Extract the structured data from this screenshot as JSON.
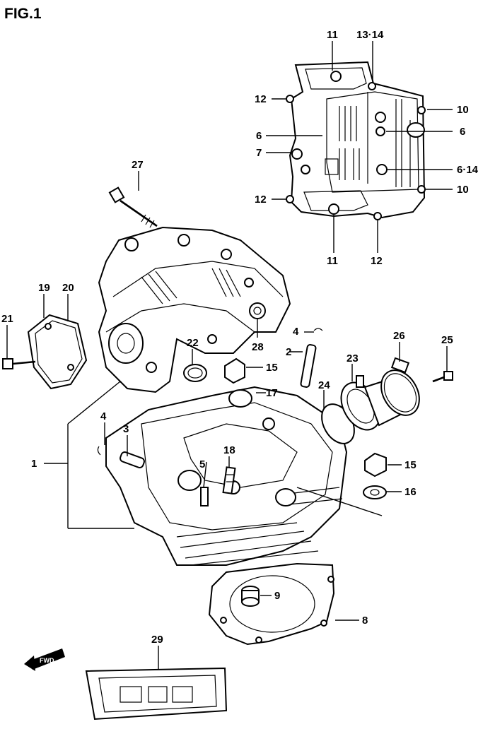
{
  "figure": {
    "title": "FIG.1"
  },
  "fwd_arrow": {
    "text": "FWD"
  },
  "callouts": {
    "c1": "1",
    "c2": "2",
    "c4a": "4",
    "c4b": "4",
    "c3": "3",
    "c5": "5",
    "c6a": "6",
    "c6b": "6",
    "c6_14": "6·14",
    "c7": "7",
    "c8": "8",
    "c9": "9",
    "c10a": "10",
    "c10b": "10",
    "c11a": "11",
    "c11b": "11",
    "c12a": "12",
    "c12b": "12",
    "c12c": "12",
    "c13_14": "13·14",
    "c15a": "15",
    "c15b": "15",
    "c16": "16",
    "c17": "17",
    "c18": "18",
    "c19": "19",
    "c20": "20",
    "c21": "21",
    "c22": "22",
    "c23": "23",
    "c24": "24",
    "c25": "25",
    "c26": "26",
    "c27": "27",
    "c28": "28",
    "c29": "29"
  }
}
